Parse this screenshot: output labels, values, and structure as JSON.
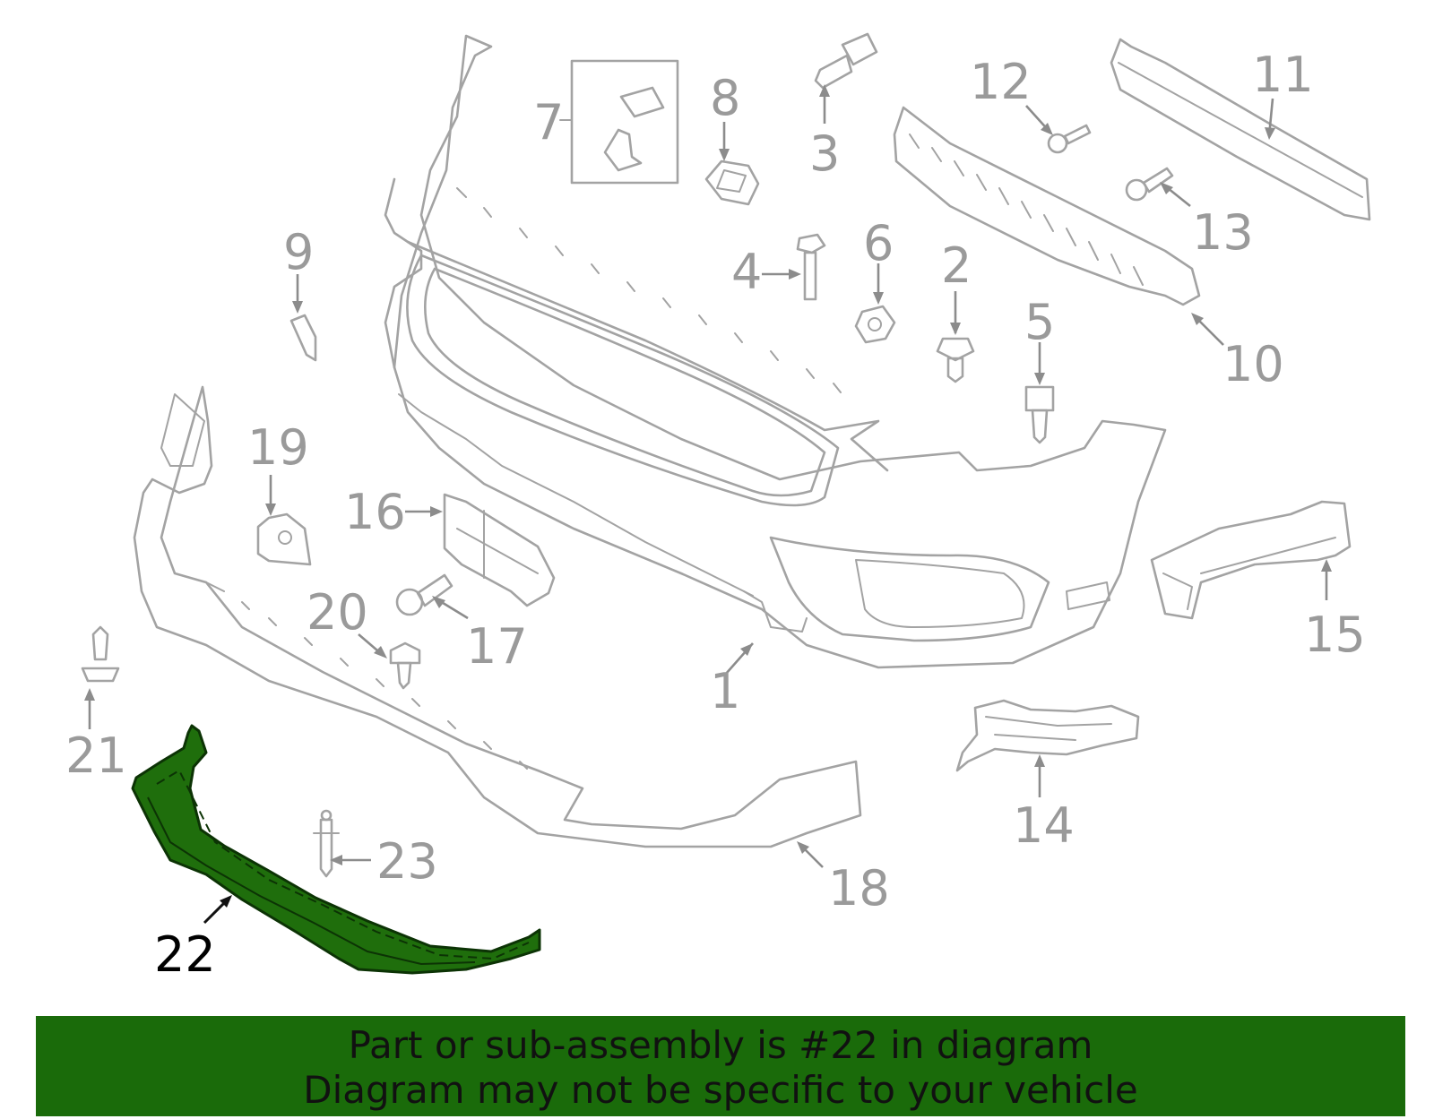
{
  "diagram": {
    "highlight_color": "#1f6e0c",
    "line_color": "#a3a3a3",
    "highlighted_part": "22",
    "callouts": [
      {
        "id": "c1",
        "text": "1"
      },
      {
        "id": "c2",
        "text": "2"
      },
      {
        "id": "c3",
        "text": "3"
      },
      {
        "id": "c4",
        "text": "4"
      },
      {
        "id": "c5",
        "text": "5"
      },
      {
        "id": "c6",
        "text": "6"
      },
      {
        "id": "c7",
        "text": "7"
      },
      {
        "id": "c8",
        "text": "8"
      },
      {
        "id": "c9",
        "text": "9"
      },
      {
        "id": "c10",
        "text": "10"
      },
      {
        "id": "c11",
        "text": "11"
      },
      {
        "id": "c12",
        "text": "12"
      },
      {
        "id": "c13",
        "text": "13"
      },
      {
        "id": "c14",
        "text": "14"
      },
      {
        "id": "c15",
        "text": "15"
      },
      {
        "id": "c16",
        "text": "16"
      },
      {
        "id": "c17",
        "text": "17"
      },
      {
        "id": "c18",
        "text": "18"
      },
      {
        "id": "c19",
        "text": "19"
      },
      {
        "id": "c20",
        "text": "20"
      },
      {
        "id": "c21",
        "text": "21"
      },
      {
        "id": "c22",
        "text": "22"
      },
      {
        "id": "c23",
        "text": "23"
      }
    ]
  },
  "banner": {
    "background": "#1a6b0a",
    "line1": "Part or sub-assembly is #22 in diagram",
    "line2": "Diagram may not be specific to your vehicle"
  }
}
